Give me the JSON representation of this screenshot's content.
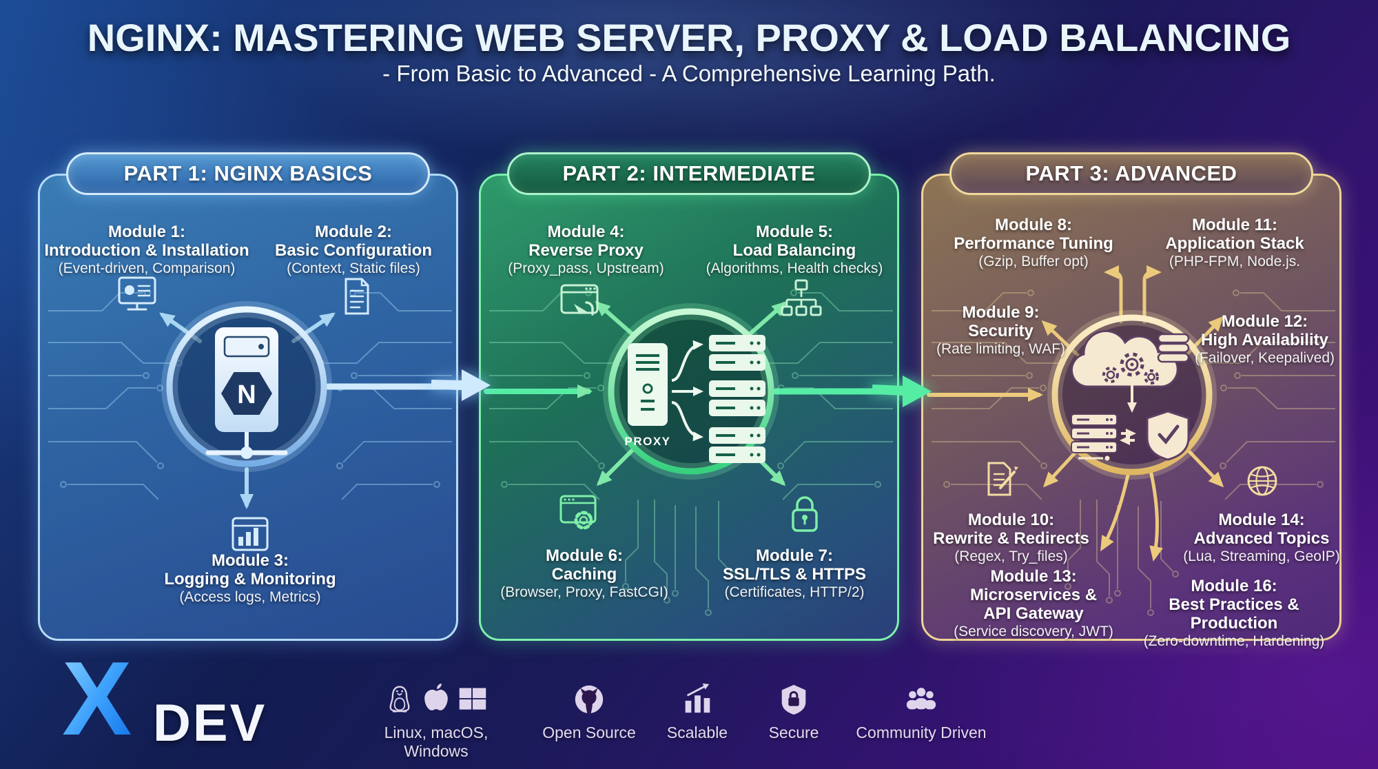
{
  "title": "NGINX: MASTERING WEB SERVER, PROXY & LOAD BALANCING",
  "subtitle": "- From Basic to Advanced - A Comprehensive Learning Path.",
  "colors": {
    "part1_accent": "#b5dcf6",
    "part2_accent": "#7df0ab",
    "part3_accent": "#eed394",
    "flow_arrow_blue": "#cfeafd",
    "flow_arrow_green": "#55eda4",
    "logo_blue": "#3ea2fc"
  },
  "parts": [
    {
      "header": "PART 1: NGINX BASICS",
      "center_letter": "N",
      "center_icon": "nginx-server-icon",
      "modules": [
        {
          "name": "Module 1:",
          "title": "Introduction & Installation",
          "note": "(Event-driven, Comparison)",
          "icon": "monitor-chart-icon"
        },
        {
          "name": "Module 2:",
          "title": "Basic Configuration",
          "note": "(Context, Static files)",
          "icon": "document-icon"
        },
        {
          "name": "Module 3:",
          "title": "Logging & Monitoring",
          "note": "(Access logs, Metrics)",
          "icon": "analytics-window-icon"
        }
      ]
    },
    {
      "header": "PART 2: INTERMEDIATE",
      "center_label": "PROXY",
      "center_icon": "proxy-load-balancer-icon",
      "modules": [
        {
          "name": "Module 4:",
          "title": "Reverse Proxy",
          "note": "(Proxy_pass, Upstream)",
          "icon": "browser-redirect-icon"
        },
        {
          "name": "Module 5:",
          "title": "Load Balancing",
          "note": "(Algorithms, Health checks)",
          "icon": "network-tree-icon"
        },
        {
          "name": "Module 6:",
          "title": "Caching",
          "note": "(Browser, Proxy, FastCGI)",
          "icon": "browser-gear-icon"
        },
        {
          "name": "Module 7:",
          "title": "SSL/TLS & HTTPS",
          "note": "(Certificates, HTTP/2)",
          "icon": "padlock-icon"
        }
      ]
    },
    {
      "header": "PART 3: ADVANCED",
      "center_icon": "cloud-stack-icon",
      "modules": [
        {
          "name": "Module 8:",
          "title": "Performance Tuning",
          "note": "(Gzip, Buffer opt)"
        },
        {
          "name": "Module 11:",
          "title": "Application Stack",
          "note": "(PHP-FPM, Node.js."
        },
        {
          "name": "Module 9:",
          "title": "Security",
          "note": "(Rate limiting, WAF)"
        },
        {
          "name": "Module 12:",
          "title": "High Availability",
          "note": "(Failover, Keepalived)"
        },
        {
          "name": "Module 10:",
          "title": "Rewrite & Redirects",
          "note": "(Regex, Try_files)",
          "icon": "doc-pencil-icon"
        },
        {
          "name": "Module 14:",
          "title": "Advanced Topics",
          "note": "(Lua, Streaming, GeoIP)",
          "icon": "globe-icon"
        },
        {
          "name": "Module 13:",
          "title": "Microservices &",
          "title2": "API Gateway",
          "note": "(Service discovery, JWT)"
        },
        {
          "name": "Module 16:",
          "title": "Best Practices & Production",
          "note": "(Zero-downtime, Hardening)"
        }
      ]
    }
  ],
  "footer": {
    "logo": {
      "x": "X",
      "dev": "DEV"
    },
    "features": [
      {
        "label": "Linux, macOS, Windows",
        "icons": [
          "linux-penguin-icon",
          "apple-icon",
          "windows-icon"
        ]
      },
      {
        "label": "Open Source",
        "icons": [
          "github-icon"
        ]
      },
      {
        "label": "Scalable",
        "icons": [
          "growth-chart-icon"
        ]
      },
      {
        "label": "Secure",
        "icons": [
          "shield-lock-icon"
        ]
      },
      {
        "label": "Community Driven",
        "icons": [
          "people-group-icon"
        ]
      }
    ]
  }
}
